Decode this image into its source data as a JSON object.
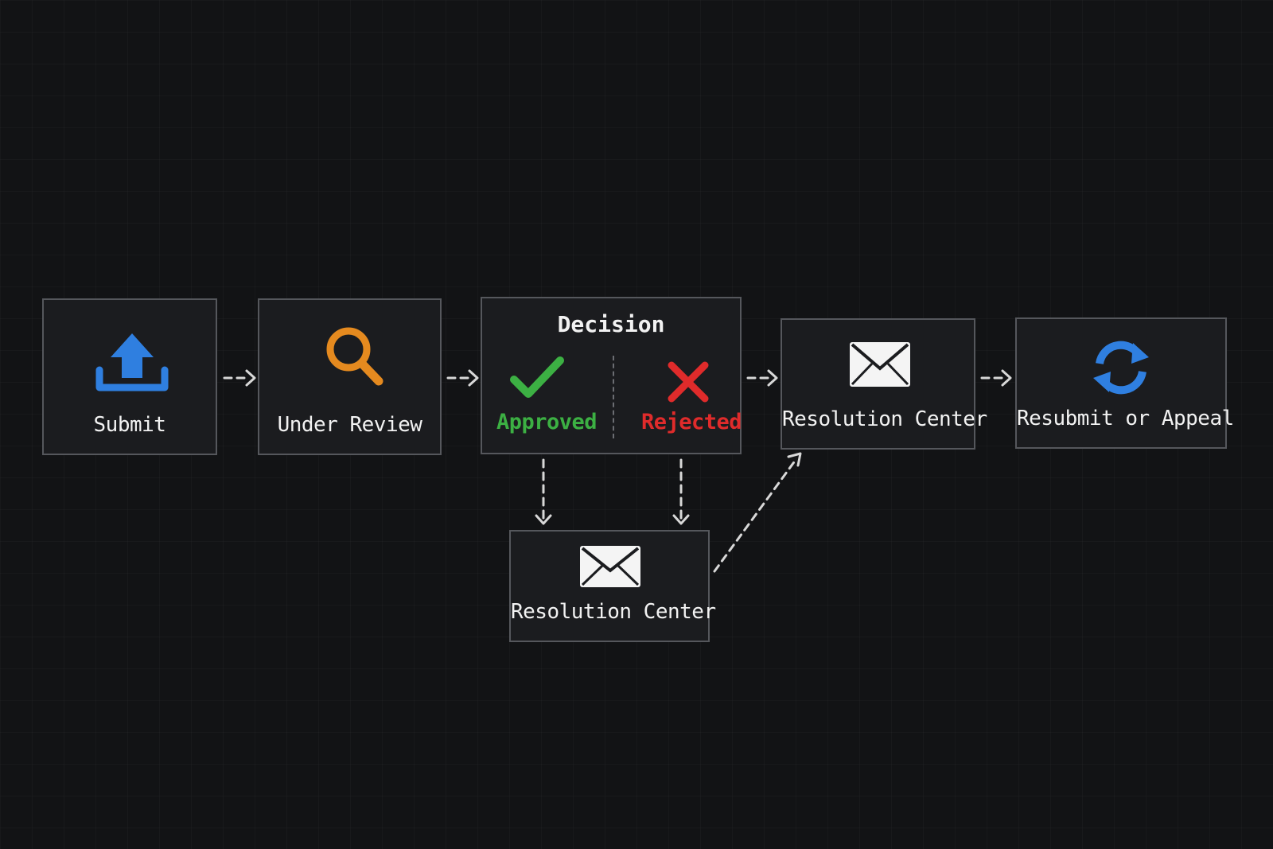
{
  "diagram": {
    "nodes": {
      "submit": {
        "label": "Submit",
        "icon": "upload-icon",
        "color": "#2f7fe0"
      },
      "review": {
        "label": "Under Review",
        "icon": "magnifier-icon",
        "color": "#e58a1f"
      },
      "decision": {
        "title": "Decision",
        "approved": {
          "label": "Approved",
          "icon": "checkmark-icon",
          "color": "#3cb043"
        },
        "rejected": {
          "label": "Rejected",
          "icon": "cross-icon",
          "color": "#e02b2b"
        }
      },
      "resolution_lower": {
        "label": "Resolution Center",
        "icon": "envelope-icon"
      },
      "resolution_upper": {
        "label": "Resolution Center",
        "icon": "envelope-icon"
      },
      "resubmit": {
        "label": "Resubmit or Appeal",
        "icon": "refresh-icon",
        "color": "#2f7fe0"
      }
    },
    "edges": [
      {
        "from": "submit",
        "to": "review",
        "style": "dashed"
      },
      {
        "from": "review",
        "to": "decision",
        "style": "dashed"
      },
      {
        "from": "decision",
        "to": "resolution_upper",
        "style": "dashed"
      },
      {
        "from": "resolution_upper",
        "to": "resubmit",
        "style": "dashed"
      },
      {
        "from": "approved",
        "to": "resolution_lower",
        "style": "dashed"
      },
      {
        "from": "rejected",
        "to": "resolution_lower",
        "style": "dashed"
      },
      {
        "from": "resolution_lower",
        "to": "resolution_upper",
        "style": "dashed"
      }
    ],
    "colors": {
      "background": "#121315",
      "node_fill": "#1b1c1f",
      "node_border": "#55575c",
      "connector": "#d8d8d8",
      "text": "#f2f2f2"
    }
  }
}
